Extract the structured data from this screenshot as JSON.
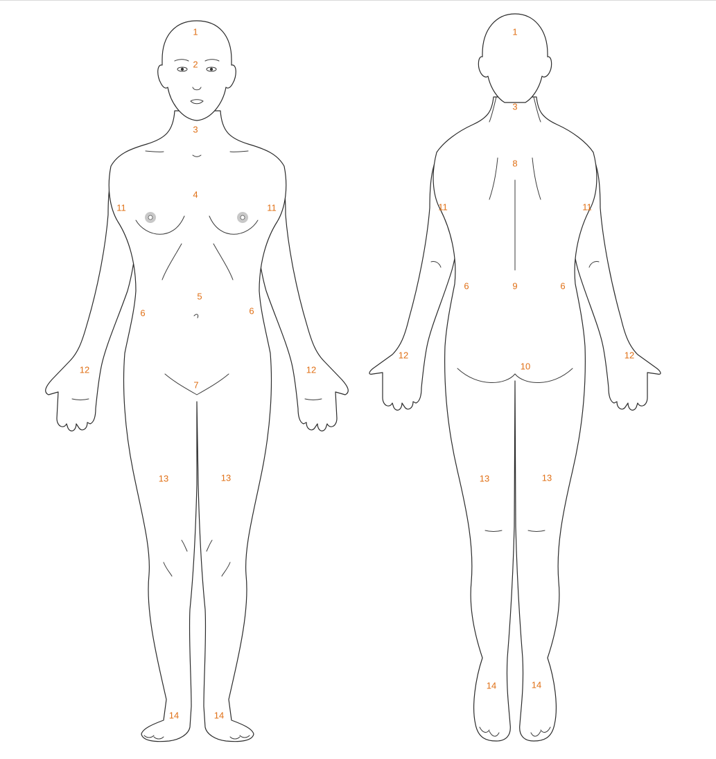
{
  "colors": {
    "label": "#e07016",
    "outline": "#2a2a2a",
    "nipple": "#c8c8c8"
  },
  "front_view": {
    "region_labels": [
      "1",
      "2",
      "3",
      "4",
      "5",
      "6",
      "6",
      "7",
      "11",
      "11",
      "12",
      "12",
      "13",
      "13",
      "14",
      "14"
    ]
  },
  "back_view": {
    "region_labels": [
      "1",
      "3",
      "8",
      "9",
      "6",
      "6",
      "10",
      "11",
      "11",
      "12",
      "12",
      "13",
      "13",
      "14",
      "14"
    ]
  }
}
